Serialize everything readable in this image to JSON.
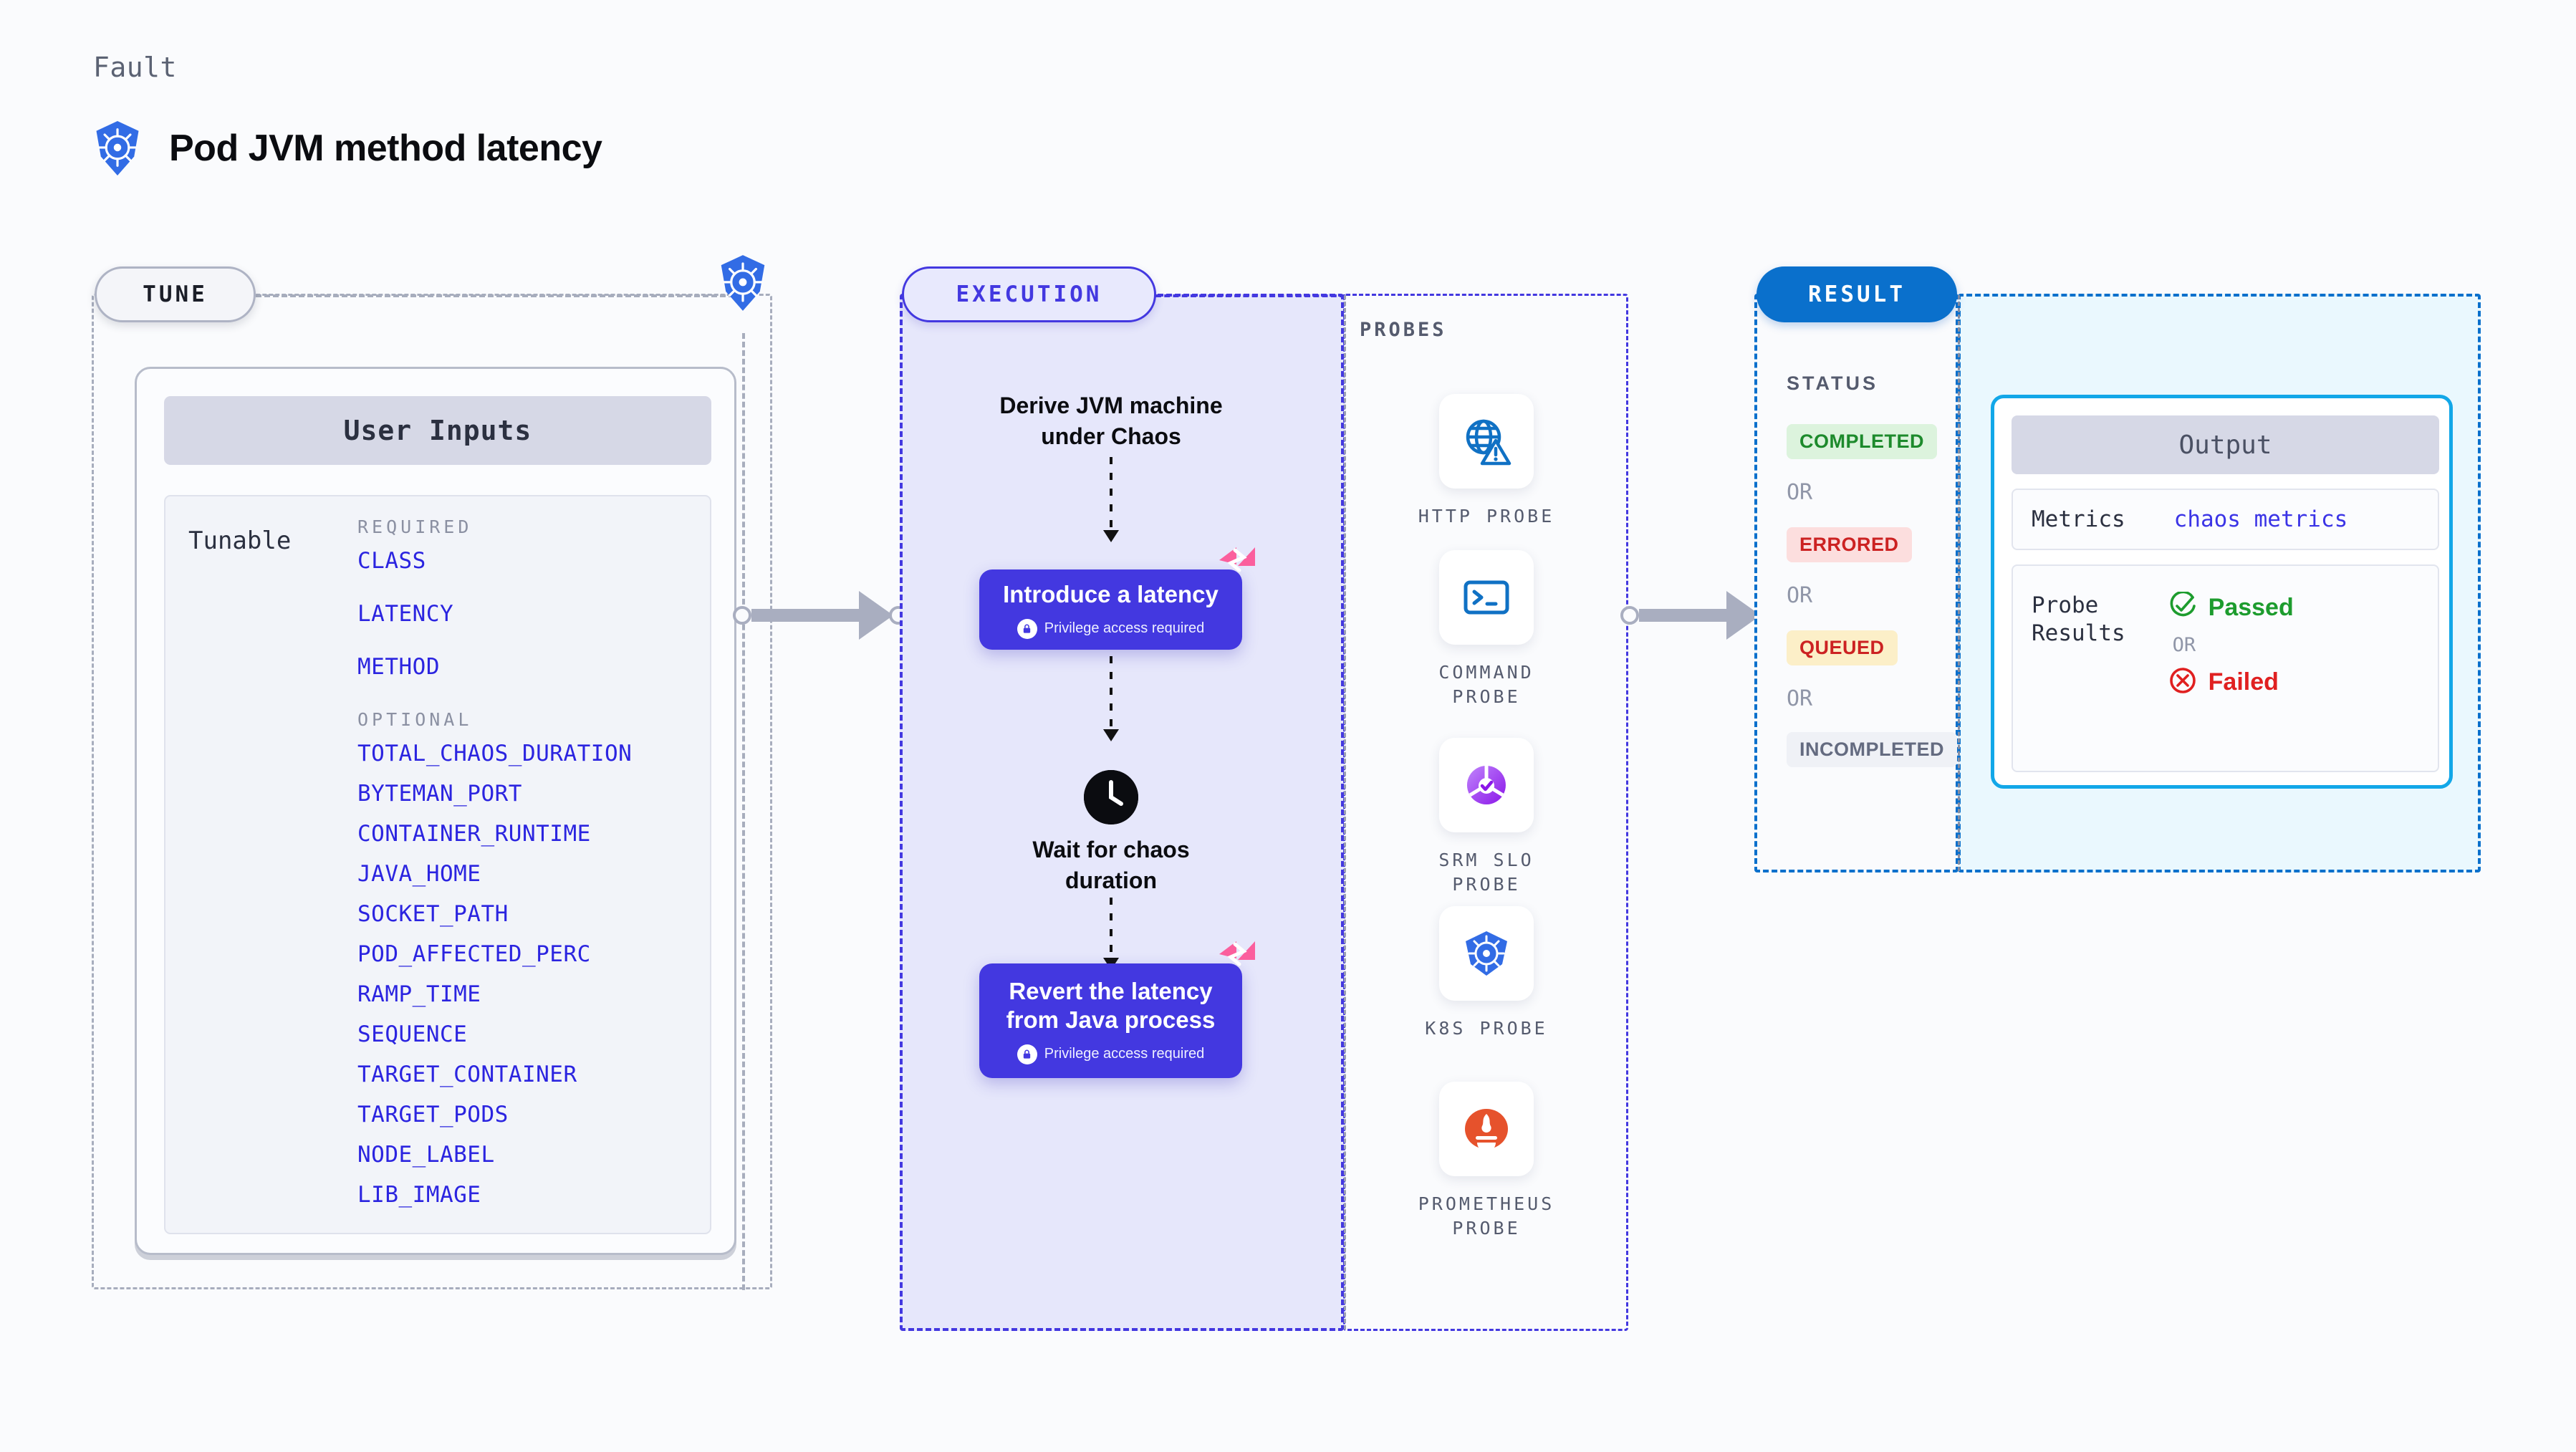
{
  "header": {
    "eyebrow": "Fault",
    "title": "Pod JVM method latency",
    "icon": "kubernetes-icon"
  },
  "tune": {
    "tag": "TUNE",
    "edge_icon": "kubernetes-icon",
    "card": {
      "title": "User Inputs",
      "row_label": "Tunable",
      "sections": [
        {
          "label": "REQUIRED",
          "params": [
            "CLASS",
            "LATENCY",
            "METHOD"
          ]
        },
        {
          "label": "OPTIONAL",
          "params": [
            "TOTAL_CHAOS_DURATION",
            "BYTEMAN_PORT",
            "CONTAINER_RUNTIME",
            "JAVA_HOME",
            "SOCKET_PATH",
            "POD_AFFECTED_PERC",
            "RAMP_TIME",
            "SEQUENCE",
            "TARGET_CONTAINER",
            "TARGET_PODS",
            "NODE_LABEL",
            "LIB_IMAGE"
          ]
        }
      ]
    }
  },
  "execution": {
    "tag": "EXECUTION",
    "steps": [
      {
        "kind": "text",
        "label": "Derive JVM machine\nunder Chaos"
      },
      {
        "kind": "card",
        "label": "Introduce a latency",
        "note": "Privilege access required",
        "badge": "chaos-tag-icon",
        "lock": "lock-icon"
      },
      {
        "kind": "clock",
        "label": "Wait for chaos\nduration",
        "icon": "clock-icon"
      },
      {
        "kind": "card",
        "label": "Revert the latency\nfrom Java process",
        "note": "Privilege access required",
        "badge": "chaos-tag-icon",
        "lock": "lock-icon"
      }
    ]
  },
  "probes": {
    "label": "PROBES",
    "items": [
      {
        "label": "HTTP  PROBE",
        "icon": "globe-warning-icon",
        "color": "#1071c4"
      },
      {
        "label": "COMMAND\nPROBE",
        "icon": "terminal-icon",
        "color": "#1071c4"
      },
      {
        "label": "SRM  SLO\nPROBE",
        "icon": "slo-gauge-icon",
        "color": "#9333ea"
      },
      {
        "label": "K8S  PROBE",
        "icon": "kubernetes-icon",
        "color": "#326ce5"
      },
      {
        "label": "PROMETHEUS\nPROBE",
        "icon": "prometheus-icon",
        "color": "#e6522c"
      }
    ]
  },
  "result": {
    "tag": "RESULT",
    "status_label": "STATUS",
    "or_text": "OR",
    "statuses": [
      {
        "label": "COMPLETED",
        "bg": "#dcf3dd",
        "fg": "#1d8a2c"
      },
      {
        "label": "ERRORED",
        "bg": "#fcdede",
        "fg": "#cc2222"
      },
      {
        "label": "QUEUED",
        "bg": "#fcefc8",
        "fg": "#cc2222"
      },
      {
        "label": "INCOMPLETED",
        "bg": "#eff1f6",
        "fg": "#646b80"
      }
    ]
  },
  "output": {
    "title": "Output",
    "rows": [
      {
        "key": "Metrics",
        "value": "chaos metrics",
        "value_kind": "link"
      },
      {
        "key": "Probe\nResults",
        "passed": "Passed",
        "or": "OR",
        "failed": "Failed"
      }
    ]
  },
  "colors": {
    "brand_purple": "#4338e0",
    "brand_blue": "#0a70cc",
    "link_blue": "#2b24e0",
    "cyan": "#12a7e8",
    "pink": "#fb5f9d"
  }
}
